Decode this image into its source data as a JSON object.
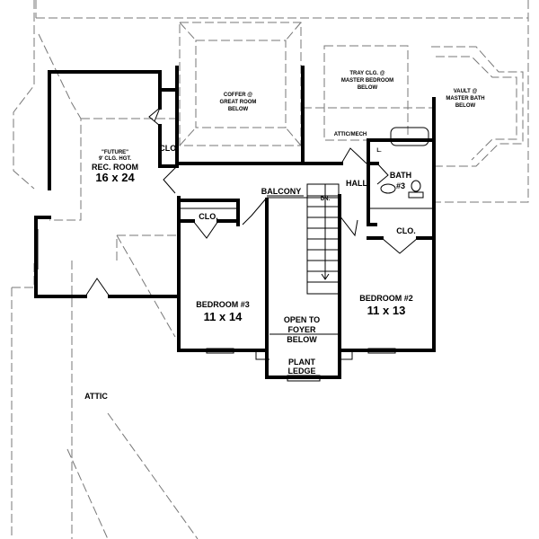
{
  "rooms": {
    "rec_room": {
      "note1": "\"FUTURE\"",
      "note2": "9' CLG. HGT.",
      "name": "REC. ROOM",
      "size": "16 x 24"
    },
    "great_room": {
      "line1": "COFFER @",
      "line2": "GREAT ROOM",
      "line3": "BELOW"
    },
    "master_bedroom": {
      "line1": "TRAY CLG. @",
      "line2": "MASTER BEDROOM",
      "line3": "BELOW"
    },
    "master_bath": {
      "line1": "VAULT @",
      "line2": "MASTER BATH",
      "line3": "BELOW"
    },
    "attic_mech": "ATTIC/MECH",
    "clo_rec": "CLO.",
    "balcony": "BALCONY",
    "hall": "HALL",
    "linen": "L.",
    "bath3": {
      "line1": "BATH",
      "line2": "#3"
    },
    "stair_dn": "DN.",
    "clo_bed3": "CLO.",
    "clo_bed2": "CLO.",
    "bedroom3": {
      "name": "BEDROOM #3",
      "size": "11 x 14"
    },
    "bedroom2": {
      "name": "BEDROOM #2",
      "size": "11 x 13"
    },
    "open_foyer": {
      "line1": "OPEN TO",
      "line2": "FOYER",
      "line3": "BELOW"
    },
    "plant_ledge": {
      "line1": "PLANT",
      "line2": "LEDGE"
    },
    "attic": "ATTIC"
  }
}
